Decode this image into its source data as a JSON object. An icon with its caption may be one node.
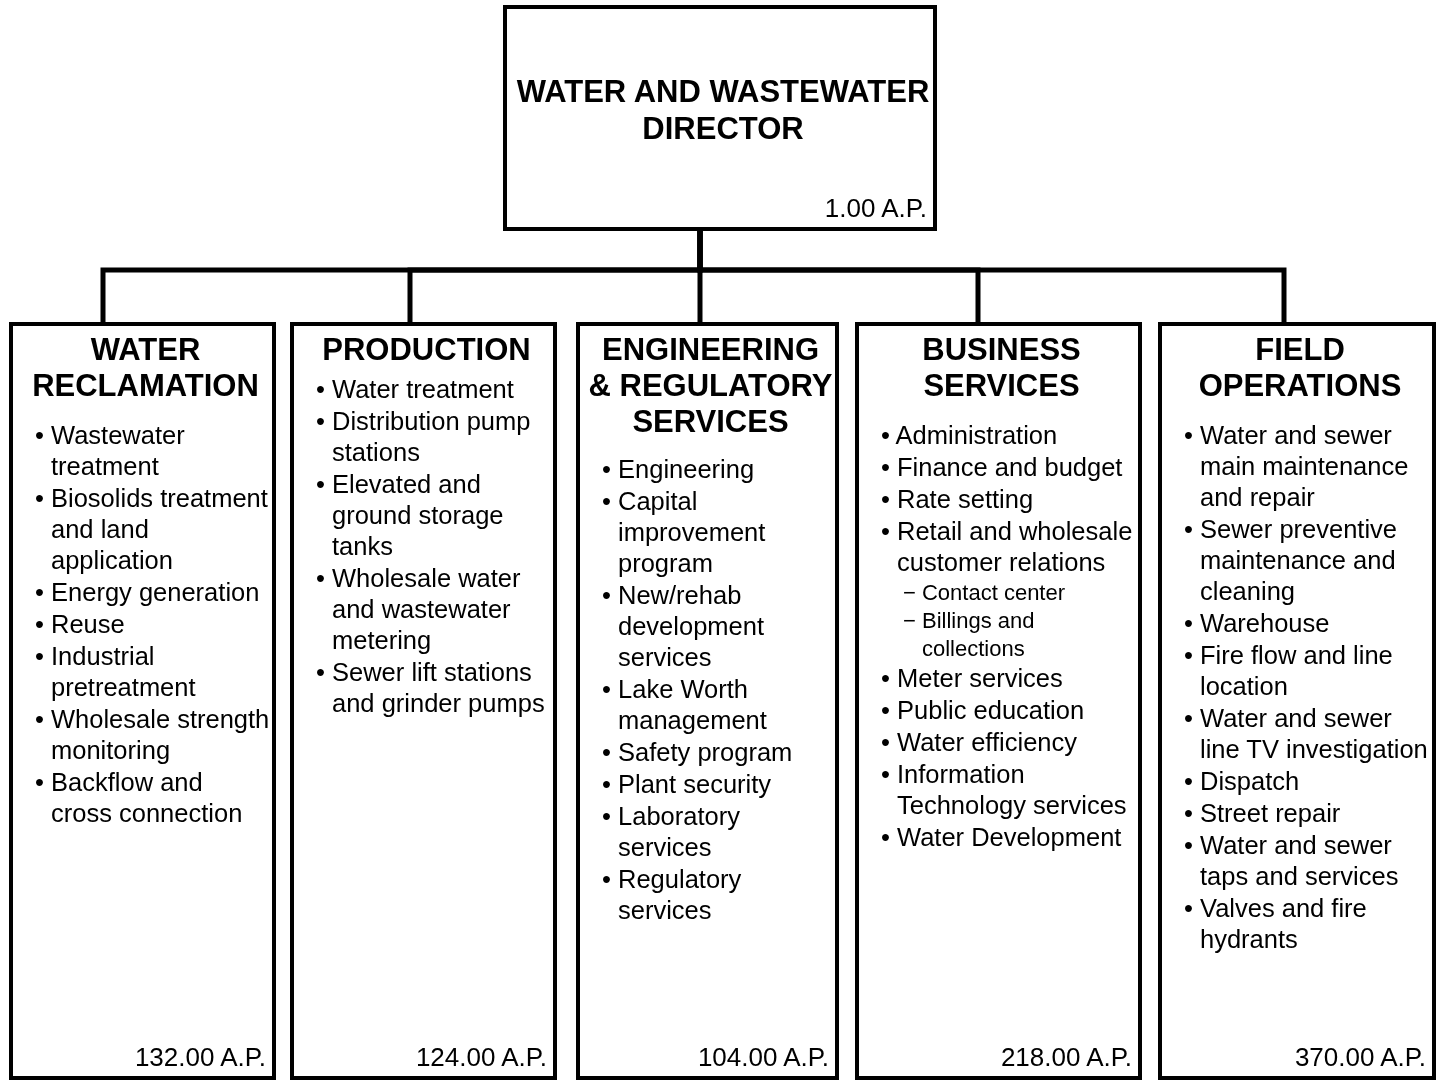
{
  "diagram": {
    "nodes": [
      {
        "text": [
          "WATER AND WASTEWATER DIRECTOR",
          "1.00 A.P."
        ]
      },
      {
        "text": [
          "WATER RECLAMATION",
          "• Wastewater treatment",
          "• Biosolids treatment and land application",
          "• Energy generation",
          "• Reuse",
          "• Industrial pretreatment",
          "• Wholesale strength monitoring",
          "• Backflow and cross connection",
          "132.00 A.P."
        ]
      },
      {
        "text": [
          "PRODUCTION",
          "• Water treatment",
          "• Distribution pump stations",
          "• Elevated and ground storage tanks",
          "• Wholesale water and wastewater metering",
          "• Sewer lift stations and grinder pumps",
          "124.00 A.P."
        ]
      },
      {
        "text": [
          "ENGINEERING & REGULATORY SERVICES",
          "• Engineering",
          "• Capital improvement program",
          "• New/rehab development services",
          "• Lake Worth management",
          "• Safety program",
          "• Plant security",
          "• Laboratory services",
          "• Regulatory services",
          "104.00 A.P."
        ]
      },
      {
        "text": [
          "BUSINESS SERVICES",
          "• Administration",
          "• Finance and budget",
          "• Rate setting",
          "• Retail and wholesale customer relations",
          "− Contact center",
          "− Billings and collections",
          "• Meter services",
          "• Public education",
          "• Water efficiency",
          "• Information Technology services",
          "• Water Development",
          "218.00 A.P."
        ]
      },
      {
        "text": [
          "FIELD OPERATIONS",
          "• Water and sewer main maintenance and repair",
          "• Sewer preventive maintenance and cleaning",
          "• Warehouse",
          "• Fire flow and line location",
          "• Water and sewer line TV investigation",
          "• Dispatch",
          "• Street repair",
          "• Water and sewer taps and services",
          "• Valves and fire hydrants",
          "370.00 A.P."
        ]
      }
    ],
    "edges": [
      {
        "from": 0,
        "to": 1,
        "arrow": "none"
      },
      {
        "from": 0,
        "to": 2,
        "arrow": "none"
      },
      {
        "from": 0,
        "to": 3,
        "arrow": "none"
      },
      {
        "from": 0,
        "to": 4,
        "arrow": "none"
      },
      {
        "from": 0,
        "to": 5,
        "arrow": "none"
      }
    ]
  }
}
